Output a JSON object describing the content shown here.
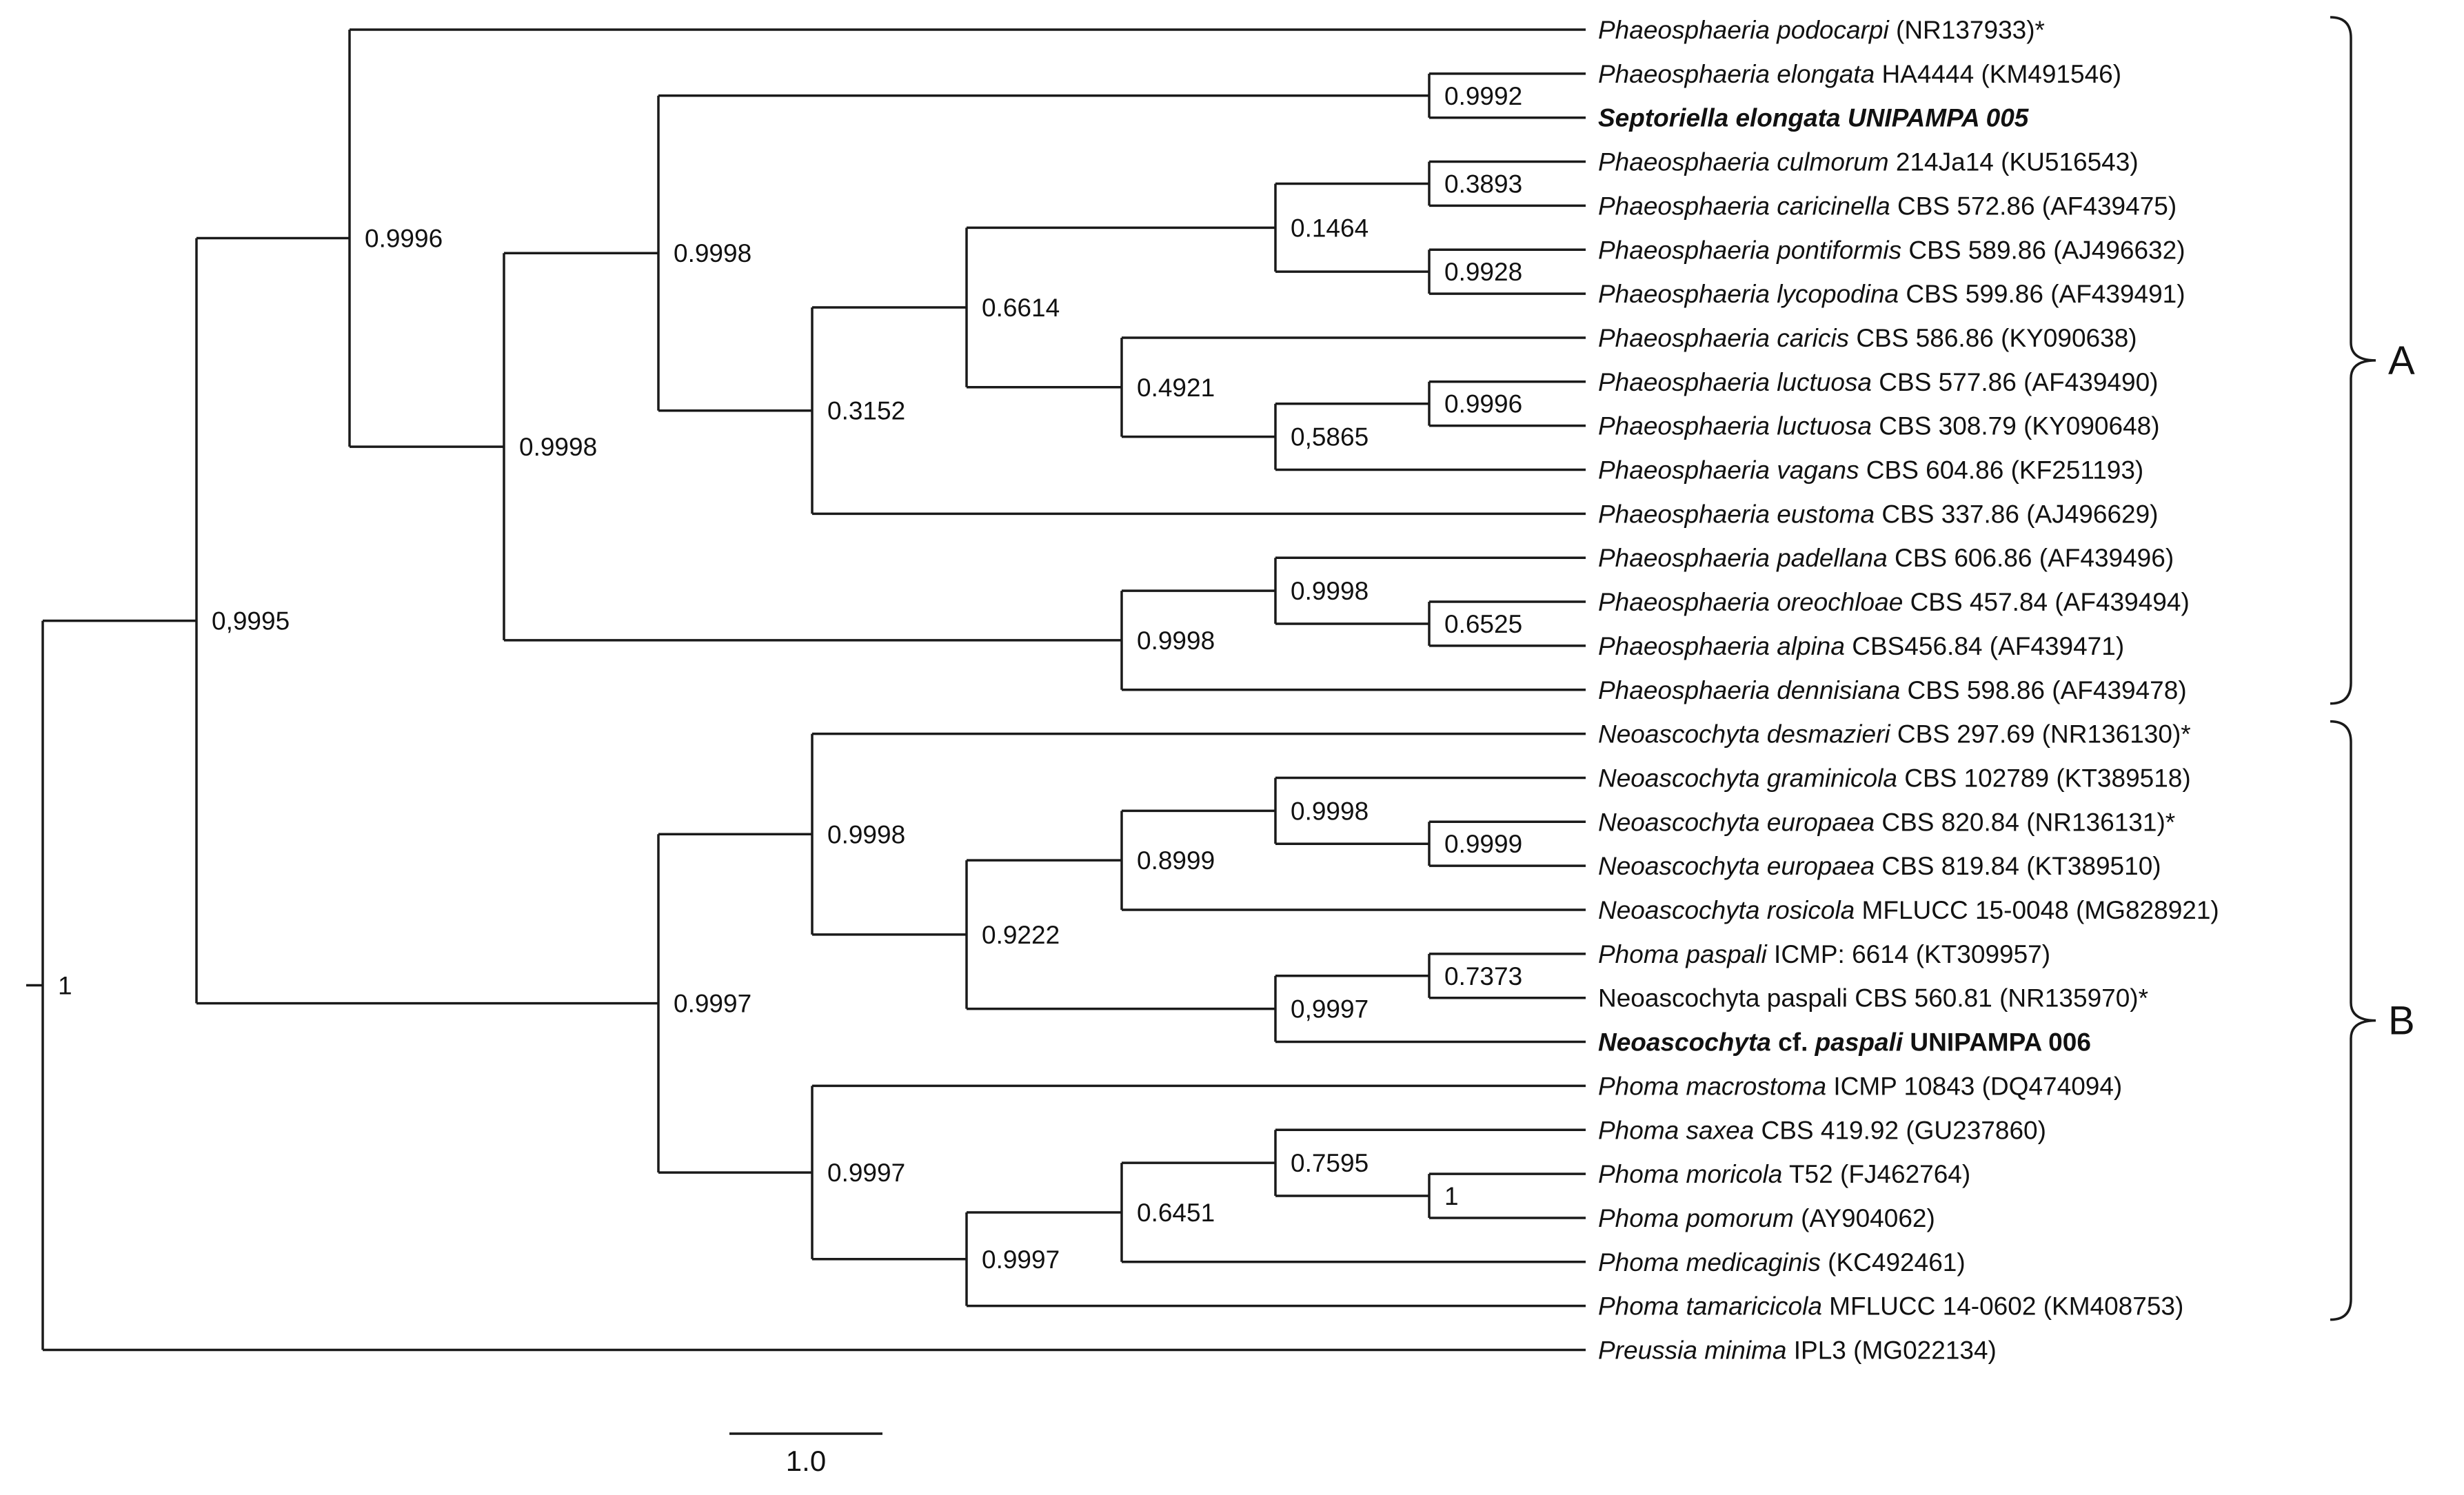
{
  "tree": {
    "root_support": "1",
    "tips": [
      {
        "id": "t1",
        "parts": [
          {
            "t": "Phaeosphaeria podocarpi",
            "s": "i"
          },
          {
            "t": " (NR137933)*",
            "s": "n"
          }
        ]
      },
      {
        "id": "t2",
        "parts": [
          {
            "t": "Phaeosphaeria elongata",
            "s": "i"
          },
          {
            "t": " HA4444 (KM491546)",
            "s": "n"
          }
        ]
      },
      {
        "id": "t3",
        "parts": [
          {
            "t": "Septoriella elongata UNIPAMPA 005",
            "s": "bi"
          }
        ]
      },
      {
        "id": "t4",
        "parts": [
          {
            "t": "Phaeosphaeria culmorum",
            "s": "i"
          },
          {
            "t": " 214Ja14 (KU516543)",
            "s": "n"
          }
        ]
      },
      {
        "id": "t5",
        "parts": [
          {
            "t": "Phaeosphaeria caricinella",
            "s": "i"
          },
          {
            "t": " CBS 572.86 (AF439475)",
            "s": "n"
          }
        ]
      },
      {
        "id": "t6",
        "parts": [
          {
            "t": "Phaeosphaeria pontiformis",
            "s": "i"
          },
          {
            "t": " CBS 589.86 (AJ496632)",
            "s": "n"
          }
        ]
      },
      {
        "id": "t7",
        "parts": [
          {
            "t": "Phaeosphaeria lycopodina",
            "s": "i"
          },
          {
            "t": " CBS 599.86 (AF439491)",
            "s": "n"
          }
        ]
      },
      {
        "id": "t8",
        "parts": [
          {
            "t": "Phaeosphaeria caricis",
            "s": "i"
          },
          {
            "t": " CBS 586.86 (KY090638)",
            "s": "n"
          }
        ]
      },
      {
        "id": "t9",
        "parts": [
          {
            "t": "Phaeosphaeria luctuosa",
            "s": "i"
          },
          {
            "t": " CBS 577.86 (AF439490)",
            "s": "n"
          }
        ]
      },
      {
        "id": "t10",
        "parts": [
          {
            "t": "Phaeosphaeria luctuosa",
            "s": "i"
          },
          {
            "t": " CBS 308.79 (KY090648)",
            "s": "n"
          }
        ]
      },
      {
        "id": "t11",
        "parts": [
          {
            "t": "Phaeosphaeria vagans",
            "s": "i"
          },
          {
            "t": " CBS 604.86 (KF251193)",
            "s": "n"
          }
        ]
      },
      {
        "id": "t12",
        "parts": [
          {
            "t": "Phaeosphaeria eustoma",
            "s": "i"
          },
          {
            "t": " CBS 337.86 (AJ496629)",
            "s": "n"
          }
        ]
      },
      {
        "id": "t13",
        "parts": [
          {
            "t": "Phaeosphaeria padellana",
            "s": "i"
          },
          {
            "t": " CBS 606.86 (AF439496)",
            "s": "n"
          }
        ]
      },
      {
        "id": "t14",
        "parts": [
          {
            "t": "Phaeosphaeria oreochloae",
            "s": "i"
          },
          {
            "t": " CBS 457.84 (AF439494)",
            "s": "n"
          }
        ]
      },
      {
        "id": "t15",
        "parts": [
          {
            "t": "Phaeosphaeria alpina",
            "s": "i"
          },
          {
            "t": " CBS456.84 (AF439471)",
            "s": "n"
          }
        ]
      },
      {
        "id": "t16",
        "parts": [
          {
            "t": "Phaeosphaeria dennisiana",
            "s": "i"
          },
          {
            "t": " CBS 598.86 (AF439478)",
            "s": "n"
          }
        ]
      },
      {
        "id": "t17",
        "parts": [
          {
            "t": "Neoascochyta desmazieri",
            "s": "i"
          },
          {
            "t": " CBS 297.69 (NR136130)*",
            "s": "n"
          }
        ]
      },
      {
        "id": "t18",
        "parts": [
          {
            "t": "Neoascochyta graminicola",
            "s": "i"
          },
          {
            "t": " CBS 102789 (KT389518)",
            "s": "n"
          }
        ]
      },
      {
        "id": "t19",
        "parts": [
          {
            "t": "Neoascochyta europaea",
            "s": "i"
          },
          {
            "t": " CBS 820.84 (NR136131)*",
            "s": "n"
          }
        ]
      },
      {
        "id": "t20",
        "parts": [
          {
            "t": "Neoascochyta europaea",
            "s": "i"
          },
          {
            "t": " CBS 819.84 (KT389510)",
            "s": "n"
          }
        ]
      },
      {
        "id": "t21",
        "parts": [
          {
            "t": "Neoascochyta rosicola",
            "s": "i"
          },
          {
            "t": " MFLUCC 15-0048 (MG828921)",
            "s": "n"
          }
        ]
      },
      {
        "id": "t22",
        "parts": [
          {
            "t": "Phoma paspali",
            "s": "i"
          },
          {
            "t": " ICMP: 6614 (KT309957)",
            "s": "n"
          }
        ]
      },
      {
        "id": "t23",
        "parts": [
          {
            "t": "Neoascochyta paspali CBS 560.81 (NR135970)*",
            "s": "n"
          }
        ]
      },
      {
        "id": "t24",
        "parts": [
          {
            "t": "Neoascochyta",
            "s": "bi"
          },
          {
            "t": " cf. ",
            "s": "b"
          },
          {
            "t": "paspali",
            "s": "bi"
          },
          {
            "t": " UNIPAMPA 006",
            "s": "b"
          }
        ]
      },
      {
        "id": "t25",
        "parts": [
          {
            "t": "Phoma macrostoma",
            "s": "i"
          },
          {
            "t": " ICMP 10843 (DQ474094)",
            "s": "n"
          }
        ]
      },
      {
        "id": "t26",
        "parts": [
          {
            "t": "Phoma saxea",
            "s": "i"
          },
          {
            "t": " CBS 419.92 (GU237860)",
            "s": "n"
          }
        ]
      },
      {
        "id": "t27",
        "parts": [
          {
            "t": "Phoma moricola",
            "s": "i"
          },
          {
            "t": " T52 (FJ462764)",
            "s": "n"
          }
        ]
      },
      {
        "id": "t28",
        "parts": [
          {
            "t": "Phoma pomorum",
            "s": "i"
          },
          {
            "t": " (AY904062)",
            "s": "n"
          }
        ]
      },
      {
        "id": "t29",
        "parts": [
          {
            "t": "Phoma medicaginis",
            "s": "i"
          },
          {
            "t": " (KC492461)",
            "s": "n"
          }
        ]
      },
      {
        "id": "t30",
        "parts": [
          {
            "t": "Phoma tamaricicola",
            "s": "i"
          },
          {
            "t": " MFLUCC 14-0602 (KM408753)",
            "s": "n"
          }
        ]
      },
      {
        "id": "t31",
        "parts": [
          {
            "t": "Preussia minima",
            "s": "i"
          },
          {
            "t": " IPL3 (MG022134)",
            "s": "n"
          }
        ]
      }
    ],
    "nodes": [
      {
        "id": "root",
        "children": [
          "n_main",
          "t31"
        ],
        "support": "1"
      },
      {
        "id": "n_main",
        "children": [
          "n_A",
          "n_B"
        ],
        "support": "0,9995"
      },
      {
        "id": "n_A",
        "children": [
          "t1",
          "n_A2"
        ],
        "support": "0.9996"
      },
      {
        "id": "n_A2",
        "children": [
          "n_A3",
          "n_A4"
        ],
        "support": "0.9998"
      },
      {
        "id": "n_A3",
        "children": [
          "n_elong",
          "n_A5"
        ],
        "support": "0.9998"
      },
      {
        "id": "n_elong",
        "children": [
          "t2",
          "t3"
        ],
        "support": "0.9992"
      },
      {
        "id": "n_A5",
        "children": [
          "n_A6",
          "t12"
        ],
        "support": "0.3152"
      },
      {
        "id": "n_A6",
        "children": [
          "n_A7",
          "n_A8"
        ],
        "support": "0.6614"
      },
      {
        "id": "n_A7",
        "children": [
          "n_cc",
          "n_pl"
        ],
        "support": "0.1464"
      },
      {
        "id": "n_cc",
        "children": [
          "t4",
          "t5"
        ],
        "support": "0.3893"
      },
      {
        "id": "n_pl",
        "children": [
          "t6",
          "t7"
        ],
        "support": "0.9928"
      },
      {
        "id": "n_A8",
        "children": [
          "t8",
          "n_A9"
        ],
        "support": "0.4921"
      },
      {
        "id": "n_A9",
        "children": [
          "n_lu",
          "t11"
        ],
        "support": "0,5865"
      },
      {
        "id": "n_lu",
        "children": [
          "t9",
          "t10"
        ],
        "support": "0.9996"
      },
      {
        "id": "n_A4",
        "children": [
          "n_A10",
          "t16"
        ],
        "support": "0.9998"
      },
      {
        "id": "n_A10",
        "children": [
          "t13",
          "n_oa"
        ],
        "support": "0.9998"
      },
      {
        "id": "n_oa",
        "children": [
          "t14",
          "t15"
        ],
        "support": "0.6525"
      },
      {
        "id": "n_B",
        "children": [
          "n_B1",
          "n_B2"
        ],
        "support": "0.9997"
      },
      {
        "id": "n_B1",
        "children": [
          "t17",
          "n_B3"
        ],
        "support": "0.9998"
      },
      {
        "id": "n_B3",
        "children": [
          "n_B4",
          "n_B5"
        ],
        "support": "0.9222"
      },
      {
        "id": "n_B4",
        "children": [
          "n_B6",
          "t21"
        ],
        "support": "0.8999"
      },
      {
        "id": "n_B6",
        "children": [
          "t18",
          "n_eu"
        ],
        "support": "0.9998"
      },
      {
        "id": "n_eu",
        "children": [
          "t19",
          "t20"
        ],
        "support": "0.9999"
      },
      {
        "id": "n_B5",
        "children": [
          "n_pp",
          "t24"
        ],
        "support": "0,9997"
      },
      {
        "id": "n_pp",
        "children": [
          "t22",
          "t23"
        ],
        "support": "0.7373"
      },
      {
        "id": "n_B2",
        "children": [
          "t25",
          "n_B7"
        ],
        "support": "0.9997"
      },
      {
        "id": "n_B7",
        "children": [
          "n_B8",
          "t30"
        ],
        "support": "0.9997"
      },
      {
        "id": "n_B8",
        "children": [
          "n_B9",
          "t29"
        ],
        "support": "0.6451"
      },
      {
        "id": "n_B9",
        "children": [
          "t26",
          "n_mp"
        ],
        "support": "0.7595"
      },
      {
        "id": "n_mp",
        "children": [
          "t27",
          "t28"
        ],
        "support": "1"
      }
    ]
  },
  "clades": [
    {
      "label": "A",
      "from": "t1",
      "to": "t16"
    },
    {
      "label": "B",
      "from": "t17",
      "to": "t30"
    }
  ],
  "scale_bar": {
    "label": "1.0"
  }
}
